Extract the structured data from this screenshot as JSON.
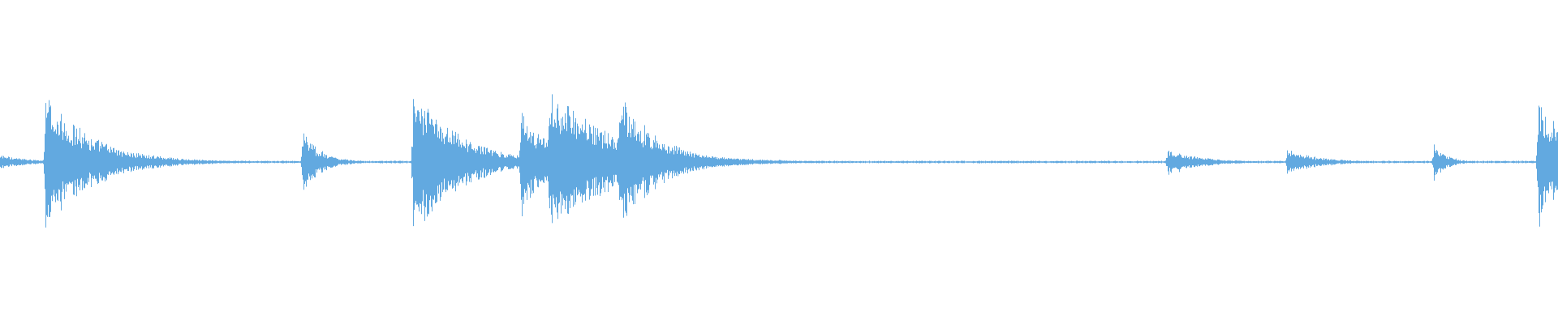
{
  "waveform": {
    "color": "#62a9e0",
    "background": "#ffffff",
    "duration_fraction_note": "",
    "noise_floor": 0.012,
    "transients": [
      {
        "t": 0.0,
        "peak": 0.1,
        "decay": 0.02
      },
      {
        "t": 0.029,
        "peak": 0.95,
        "decay": 0.03
      },
      {
        "t": 0.095,
        "peak": 0.1,
        "decay": 0.01
      },
      {
        "t": 0.194,
        "peak": 0.42,
        "decay": 0.012
      },
      {
        "t": 0.265,
        "peak": 1.0,
        "decay": 0.03
      },
      {
        "t": 0.302,
        "peak": 0.08,
        "decay": 0.006
      },
      {
        "t": 0.334,
        "peak": 0.78,
        "decay": 0.018
      },
      {
        "t": 0.352,
        "peak": 1.05,
        "decay": 0.04
      },
      {
        "t": 0.397,
        "peak": 0.95,
        "decay": 0.025
      },
      {
        "t": 0.431,
        "peak": 0.22,
        "decay": 0.01
      },
      {
        "t": 0.5,
        "peak": 0.04,
        "decay": 0.005
      },
      {
        "t": 0.749,
        "peak": 0.2,
        "decay": 0.02
      },
      {
        "t": 0.826,
        "peak": 0.18,
        "decay": 0.02
      },
      {
        "t": 0.92,
        "peak": 0.28,
        "decay": 0.008
      },
      {
        "t": 0.987,
        "peak": 1.0,
        "decay": 0.012
      },
      {
        "t": 0.996,
        "peak": 0.7,
        "decay": 0.008
      }
    ]
  }
}
